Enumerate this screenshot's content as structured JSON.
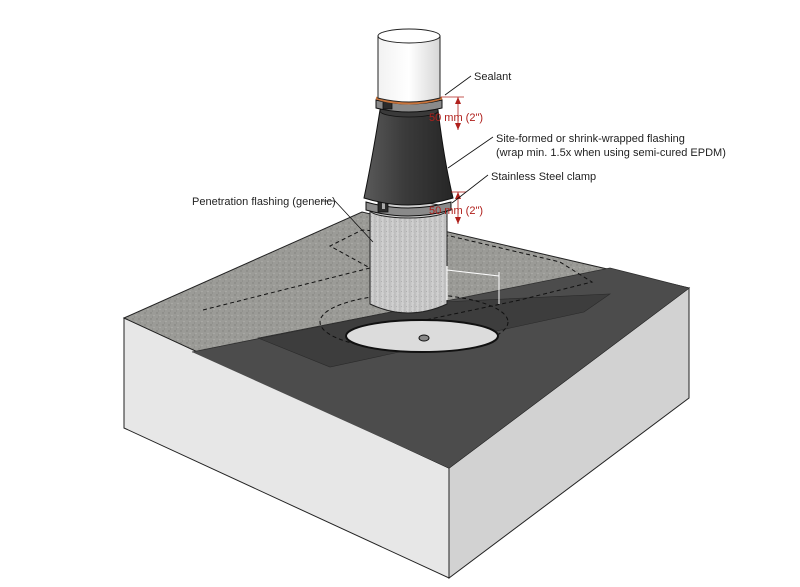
{
  "callouts": {
    "sealant": "Sealant",
    "site_formed_flashing_line1": "Site-formed or shrink-wrapped flashing",
    "site_formed_flashing_line2": "(wrap min. 1.5x when using semi-cured EPDM)",
    "stainless_clamp": "Stainless Steel clamp",
    "penetration_flashing": "Penetration flashing (generic)"
  },
  "dimensions": {
    "upper": "50 mm (2\")",
    "lower": "50 mm (2\")"
  },
  "colors": {
    "dimension_red": "#b0201c",
    "sealant_orange": "#c8733a",
    "membrane_dark": "#4a4a4a",
    "concrete": "#9a9a96",
    "slab_face_left": "#e6e6e6",
    "slab_face_right": "#cfcfcf"
  }
}
